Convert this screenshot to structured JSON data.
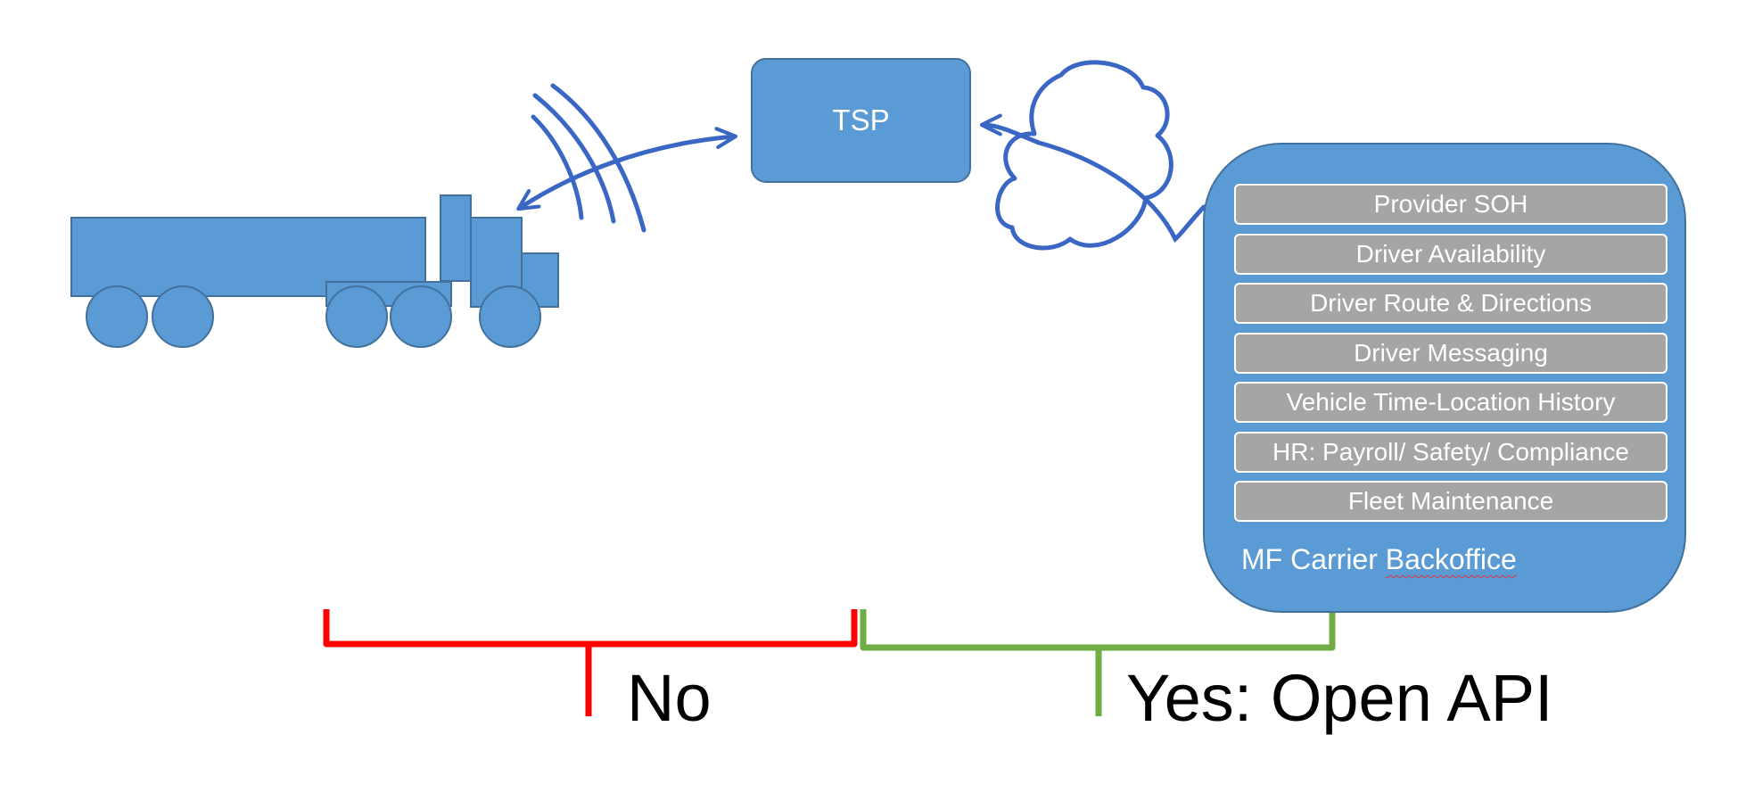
{
  "tsp": {
    "label": "TSP"
  },
  "backoffice": {
    "label_prefix": "MF Carrier ",
    "label_underlined": "Backoffice",
    "services": [
      "Provider SOH",
      "Driver Availability",
      "Driver Route & Directions",
      "Driver Messaging",
      "Vehicle Time-Location History",
      "HR: Payroll/ Safety/ Compliance",
      "Fleet Maintenance"
    ]
  },
  "brackets": {
    "no_label": "No",
    "yes_label": "Yes: Open API"
  },
  "colors": {
    "shape_fill": "#5b9bd5",
    "shape_border": "#41719c",
    "service_fill": "#a5a5a5",
    "ink": "#3a67c4",
    "no_bracket": "#ff0000",
    "yes_bracket": "#70ad47"
  }
}
